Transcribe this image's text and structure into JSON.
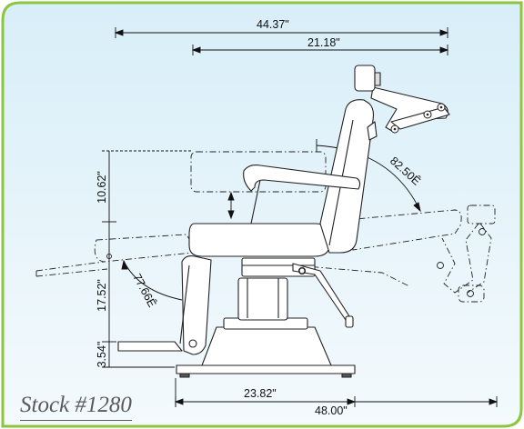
{
  "stock_label": "Stock #1280",
  "colors": {
    "frame_border": "#8cc63f",
    "background_top": "#d8eef8",
    "background_bottom": "#f4fafd",
    "chair_line": "#222222",
    "chair_fill": "#ffffff"
  },
  "dimensions": {
    "overall_length_top": "44.37\"",
    "headrest_offset": "21.18\"",
    "arm_height": "10.62\"",
    "leg_rest_height": "17.52\"",
    "footrest_height": "3.54\"",
    "base_width": "23.82\"",
    "overall_length_reclined": "48.00\"",
    "back_recline_angle": "82.50Ê",
    "legrest_angle": "77.66Ê"
  }
}
